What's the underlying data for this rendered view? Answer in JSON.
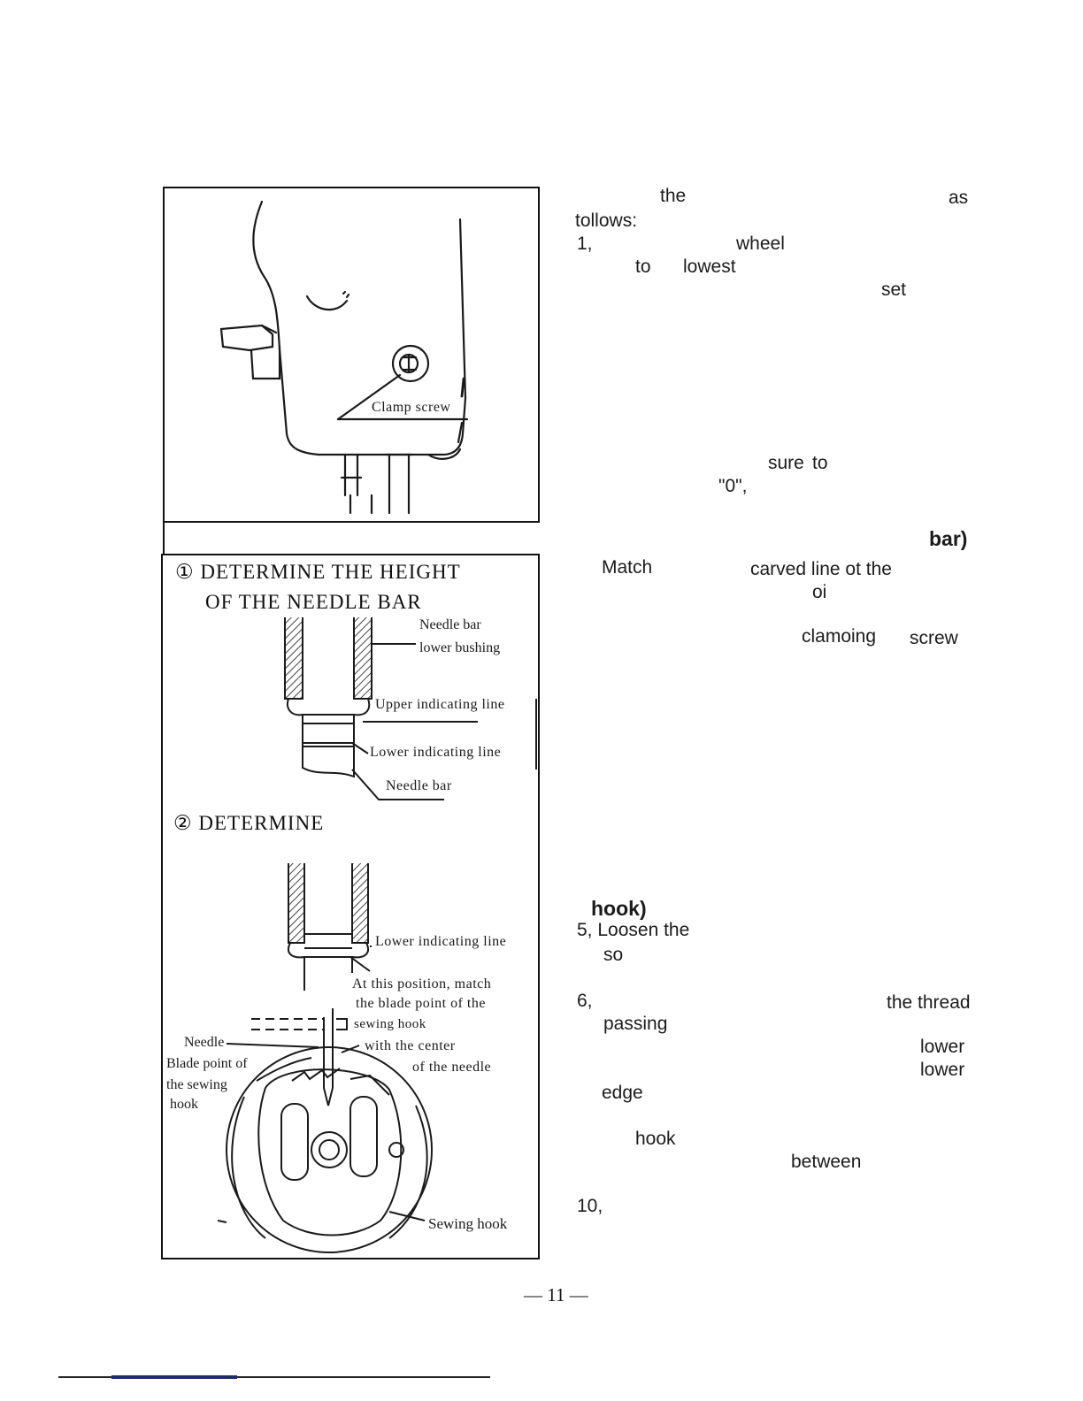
{
  "figure_top": {
    "label_clamp_screw": "Clamp screw"
  },
  "figure_bottom": {
    "heading_1_line1": "① DETERMINE THE HEIGHT",
    "heading_1_line2": "OF THE NEEDLE BAR",
    "label_needle_bar_bushing_1": "Needle bar",
    "label_needle_bar_bushing_2": "lower bushing",
    "label_upper_line": "Upper indicating line",
    "label_lower_line": "Lower indicating line",
    "label_needle_bar": "Needle bar",
    "heading_2": "② DETERMINE",
    "label_lower_line_2": "Lower indicating line",
    "note_1": "At this position, match",
    "note_2": "the blade point of the",
    "note_3": "sewing hook",
    "note_4": "with the center",
    "note_5": "of the needle",
    "label_needle": "Needle",
    "label_blade_1": "Blade point of",
    "label_blade_2": "the sewing",
    "label_blade_3": "hook",
    "label_sewing_hook": "Sewing hook"
  },
  "right_text": {
    "r1_the": "the",
    "r1_as": "as",
    "r2": "tollows:",
    "r3_num": "1,",
    "r3_wheel": "wheel",
    "r4_to": "to",
    "r4_lowest": "lowest",
    "r5_set": "set",
    "r6_sure": "sure",
    "r6_to": "to",
    "r7_zero": "\"0\",",
    "r8_bar": "bar)",
    "r9_match": "Match",
    "r9_carved": "carved line ot the",
    "r10_of": "oi",
    "r11_clamping": "clamoing",
    "r11_screw": "screw",
    "r12_hook": "hook)",
    "r13": "5, Loosen the",
    "r14_so": "so",
    "r15_num": "6,",
    "r15_thread": "the thread",
    "r16_passing": "passing",
    "r17_lower": "lower",
    "r18_lower": "lower",
    "r19_edge": "edge",
    "r20_hook": "hook",
    "r21_between": "between",
    "r22_num": "10,"
  },
  "page_number": "— 11 —"
}
